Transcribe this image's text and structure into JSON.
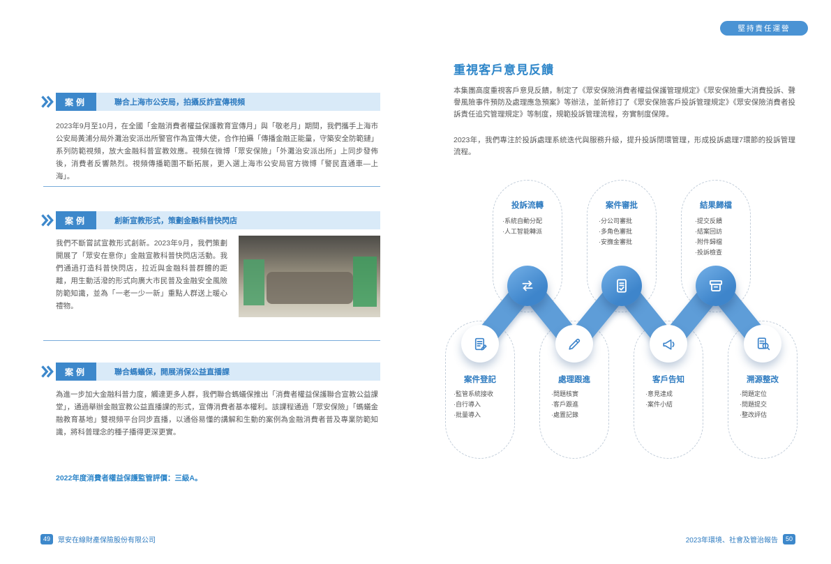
{
  "colors": {
    "accent": "#2e86c9",
    "case_tag_bg": "#3d88cb",
    "case_bar_bg": "#d9eaf8",
    "node_blue": "#3e85cb",
    "connector": "#5e9dd8",
    "dash_outline": "#c3ceda"
  },
  "left": {
    "cases": [
      {
        "tag": "案例",
        "title": "聯合上海市公安局，拍攝反詐宣傳視頻",
        "body": "2023年9月至10月，在全國「金融消費者權益保護教育宣傳月」與「敬老月」期間，我們攜手上海市公安局黃浦分局外灘治安派出所警官作為宣傳大使，合作拍攝「傳播金融正能量，守築安全防範鏈」系列防範視頻，放大金融科普宣教效應。視頻在微博「眾安保險」「外灘治安派出所」上同步發佈後，消費者反響熱烈。視頻傳播範圍不斷拓展，更入選上海市公安局官方微博「警民直通車—上海」。"
      },
      {
        "tag": "案例",
        "title": "創新宣教形式，策劃金融科普快閃店",
        "body": "我們不斷嘗試宣教形式創新。2023年9月，我們策劃開展了「眾安在意你」金融宣教科普快閃店活動。我們通過打造科普快閃店，拉近與金融科普群體的距離，用生動活潑的形式向廣大市民普及金融安全風險防範知識，並為「一老一少一新」重點人群送上暖心禮物。"
      },
      {
        "tag": "案例",
        "title": "聯合螞蟻保，開展消保公益直播課",
        "body": "為進一步加大金融科普力度，觸達更多人群，我們聯合螞蟻保推出「消費者權益保護聯合宣教公益課堂」，通過舉辦金融宣教公益直播課的形式，宣傳消費者基本權利。該課程通過「眾安保險」「螞蟻金融教育基地」雙視頻平台同步直播，以通俗易懂的講解和生動的案例為金融消費者普及專業防範知識，將科普理念的種子播得更深更實。"
      }
    ],
    "highlight": "2022年度消費者權益保護監管評價：三級A。",
    "footer": {
      "page_number": "49",
      "text": "眾安在線財產保險股份有限公司"
    }
  },
  "right": {
    "badge": "堅持責任運營",
    "title": "重視客戶意見反饋",
    "paragraphs": [
      "本集團高度重視客戶意見反饋，制定了《眾安保險消費者權益保護管理規定》《眾安保險重大消費投訴、聲譽風險事件預防及處理應急預案》等辦法，並新修訂了《眾安保險客戶投訴管理規定》《眾安保險消費者投訴責任追究管理規定》等制度，規範投訴管理流程，夯實制度保障。",
      "2023年，我們專注於投訴處理系統迭代與服務升級，提升投訴閉環管理，形成投訴處理7環節的投訴管理流程。"
    ],
    "flow": {
      "top_steps": [
        {
          "title": "投訴流轉",
          "icon": "transfer-arrows-icon",
          "items": [
            "·系統自動分配",
            "·人工智能轉派"
          ]
        },
        {
          "title": "案件審批",
          "icon": "approval-doc-icon",
          "items": [
            "·分公司審批",
            "·多角色審批",
            "·安撫金審批"
          ]
        },
        {
          "title": "結果歸檔",
          "icon": "archive-box-icon",
          "items": [
            "·提交反饋",
            "·結案回訪",
            "·附件歸檔",
            "·投訴檢查"
          ]
        }
      ],
      "bottom_steps": [
        {
          "title": "案件登記",
          "icon": "register-doc-icon",
          "items": [
            "·監管系統接收",
            "·自行導入",
            "·批量導入"
          ]
        },
        {
          "title": "處理跟進",
          "icon": "pencil-icon",
          "items": [
            "·問題核實",
            "·客戶跟進",
            "·處置記錄"
          ]
        },
        {
          "title": "客戶告知",
          "icon": "megaphone-icon",
          "items": [
            "·意見達成",
            "·案件小結"
          ]
        },
        {
          "title": "溯源整改",
          "icon": "search-doc-icon",
          "items": [
            "·問題定位",
            "·問題提交",
            "·整改評估"
          ]
        }
      ]
    },
    "footer": {
      "text": "2023年環境、社會及管治報告",
      "page_number": "50"
    }
  }
}
